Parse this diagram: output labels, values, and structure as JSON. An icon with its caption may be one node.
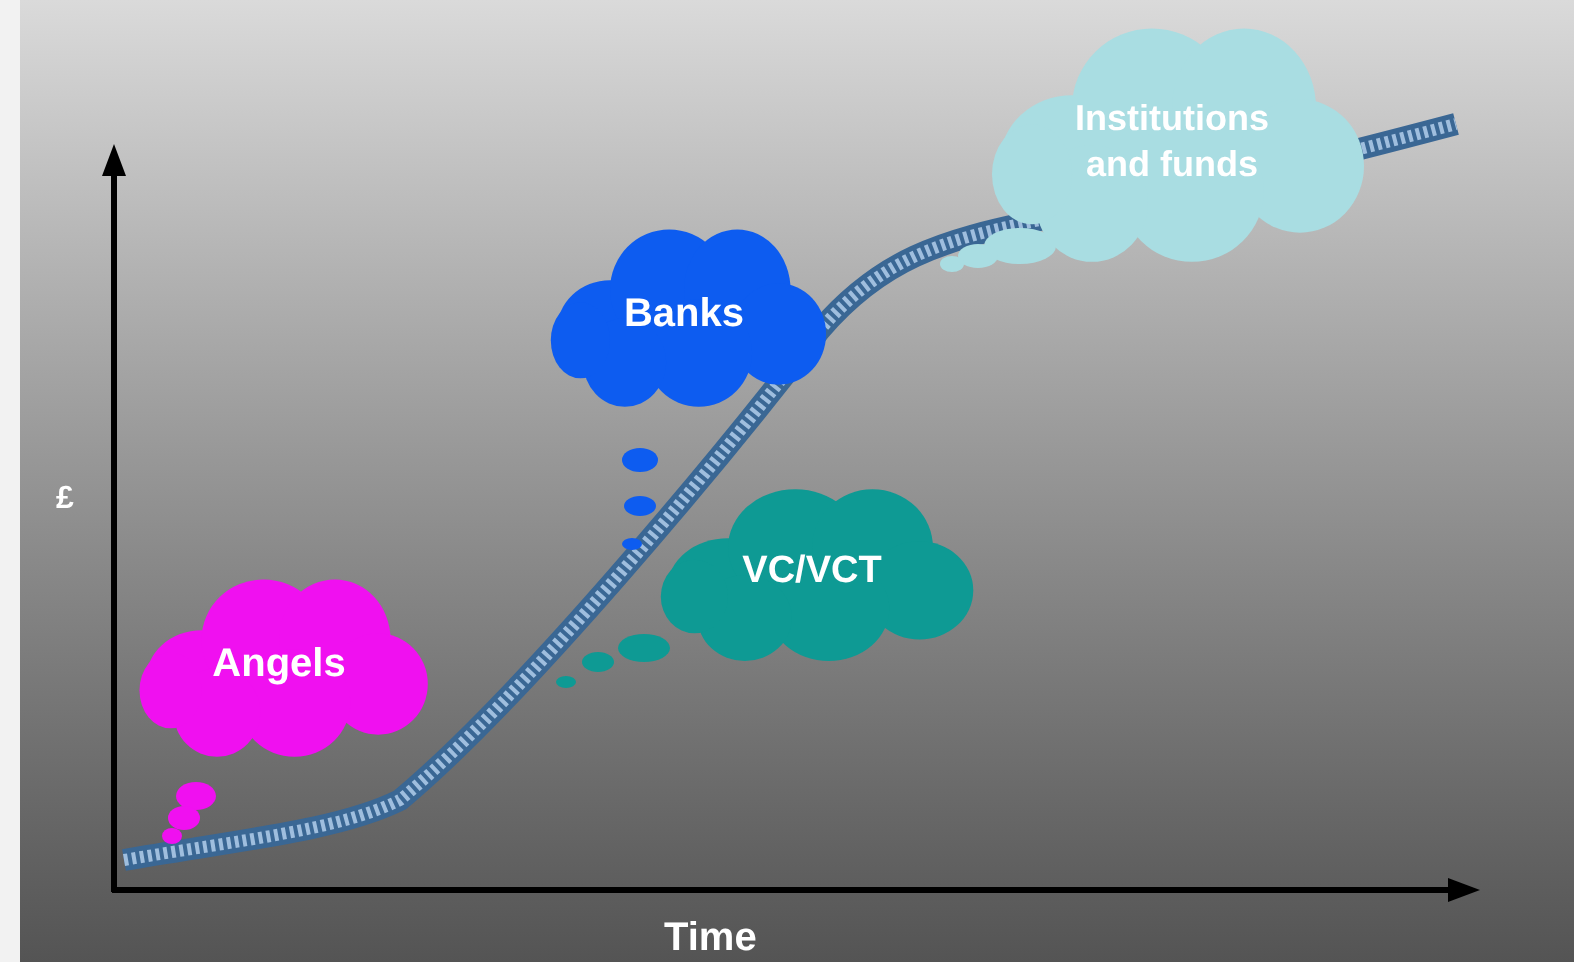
{
  "diagram": {
    "nodes": [
      {
        "text": [
          "Banks"
        ]
      },
      {
        "text": [
          "Institutions and funds"
        ]
      },
      {
        "text": [
          "VC/VCT"
        ]
      },
      {
        "text": [
          "Angels"
        ]
      }
    ],
    "labels": [
      "£",
      "Time"
    ]
  }
}
